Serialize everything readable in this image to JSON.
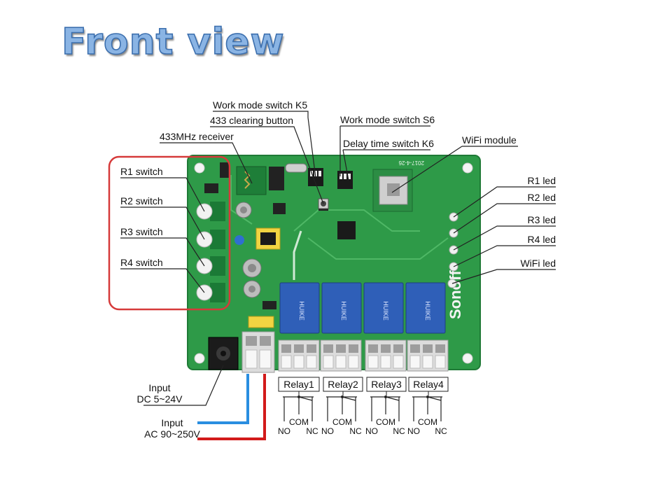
{
  "title": "Front view",
  "labels": {
    "work_mode_k5": "Work mode switch K5",
    "clearing_433": "433 clearing button",
    "work_mode_s6": "Work mode switch S6",
    "receiver_433": "433MHz receiver",
    "delay_k6": "Delay time switch K6",
    "wifi_module": "WiFi module",
    "r1_switch": "R1 switch",
    "r2_switch": "R2 switch",
    "r3_switch": "R3 switch",
    "r4_switch": "R4 switch",
    "r1_led": "R1 led",
    "r2_led": "R2 led",
    "r3_led": "R3 led",
    "r4_led": "R4 led",
    "wifi_led": "WiFi led",
    "input_dc_1": "Input",
    "input_dc_2": "DC 5~24V",
    "input_ac_1": "Input",
    "input_ac_2": "AC 90~250V"
  },
  "relays": [
    {
      "label": "Relay1",
      "no": "NO",
      "com": "COM",
      "nc": "NC"
    },
    {
      "label": "Relay2",
      "no": "NO",
      "com": "COM",
      "nc": "NC"
    },
    {
      "label": "Relay3",
      "no": "NO",
      "com": "COM",
      "nc": "NC"
    },
    {
      "label": "Relay4",
      "no": "NO",
      "com": "COM",
      "nc": "NC"
    }
  ],
  "board_marks": {
    "brand": "Sonoff",
    "relay_part": "HUIKE",
    "date": "2017-4-26"
  },
  "colors": {
    "board": "#2e9a48",
    "highlight_box": "#d63a3a",
    "wire_ac_neutral": "#2a8ee0",
    "wire_ac_live": "#d21a1a",
    "relay_body": "#2f5fb8",
    "terminal": "#d9d9d9"
  }
}
